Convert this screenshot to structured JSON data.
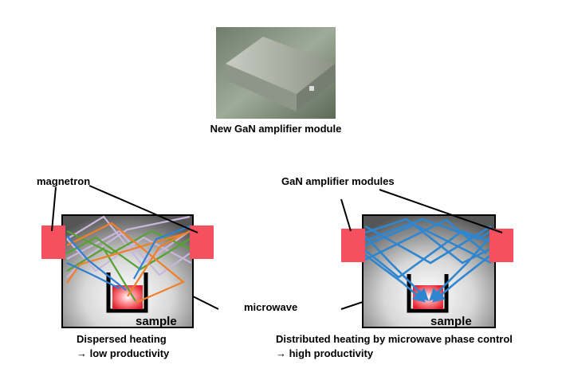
{
  "module": {
    "caption": "New GaN amplifier module"
  },
  "left": {
    "source_label": "magnetron",
    "sample_label": "sample",
    "caption_line1": "Dispersed heating",
    "caption_line2": "→ low productivity",
    "ray_colors": [
      "#2e7fd6",
      "#f07f2a",
      "#57a232",
      "#c9b8dc"
    ]
  },
  "right": {
    "source_label": "GaN amplifier modules",
    "sample_label": "sample",
    "caption_line1": "Distributed heating by microwave phase control",
    "caption_line2": "→ high productivity",
    "ray_color": "#2f86d0"
  },
  "microwave_label": "microwave",
  "colors": {
    "source_block": "#f4505e",
    "chamber_outline": "#000000",
    "sample_heat": "#e2202c"
  }
}
